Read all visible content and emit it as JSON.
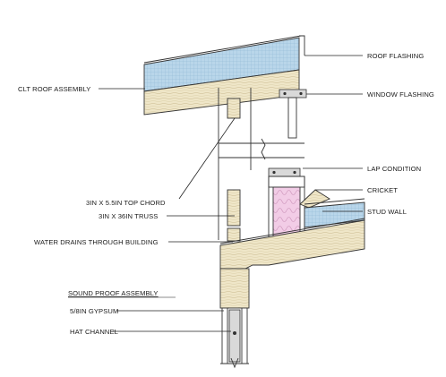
{
  "labels": {
    "roof_flashing": "ROOF FLASHING",
    "window_flashing": "WINDOW FLASHING",
    "clt_roof_assembly": "CLT ROOF ASSEMBLY",
    "lap_condition": "LAP CONDITION",
    "cricket": "CRICKET",
    "stud_wall": "STUD WALL",
    "top_chord": "3IN X 5.5IN TOP CHORD",
    "truss": "3IN X 36IN TRUSS",
    "water_drains": "WATER DRAINS THROUGH BUILDING",
    "sound_proof_assembly": "SOUND PROOF ASSEMBLY",
    "gypsum": "5/8IN GYPSUM",
    "hat_channel": "HAT CHANNEL"
  },
  "colors": {
    "wood": "#efe6c8",
    "membrane": "#b9d6ea",
    "insulation": "#f2cce6",
    "line": "#333333"
  }
}
